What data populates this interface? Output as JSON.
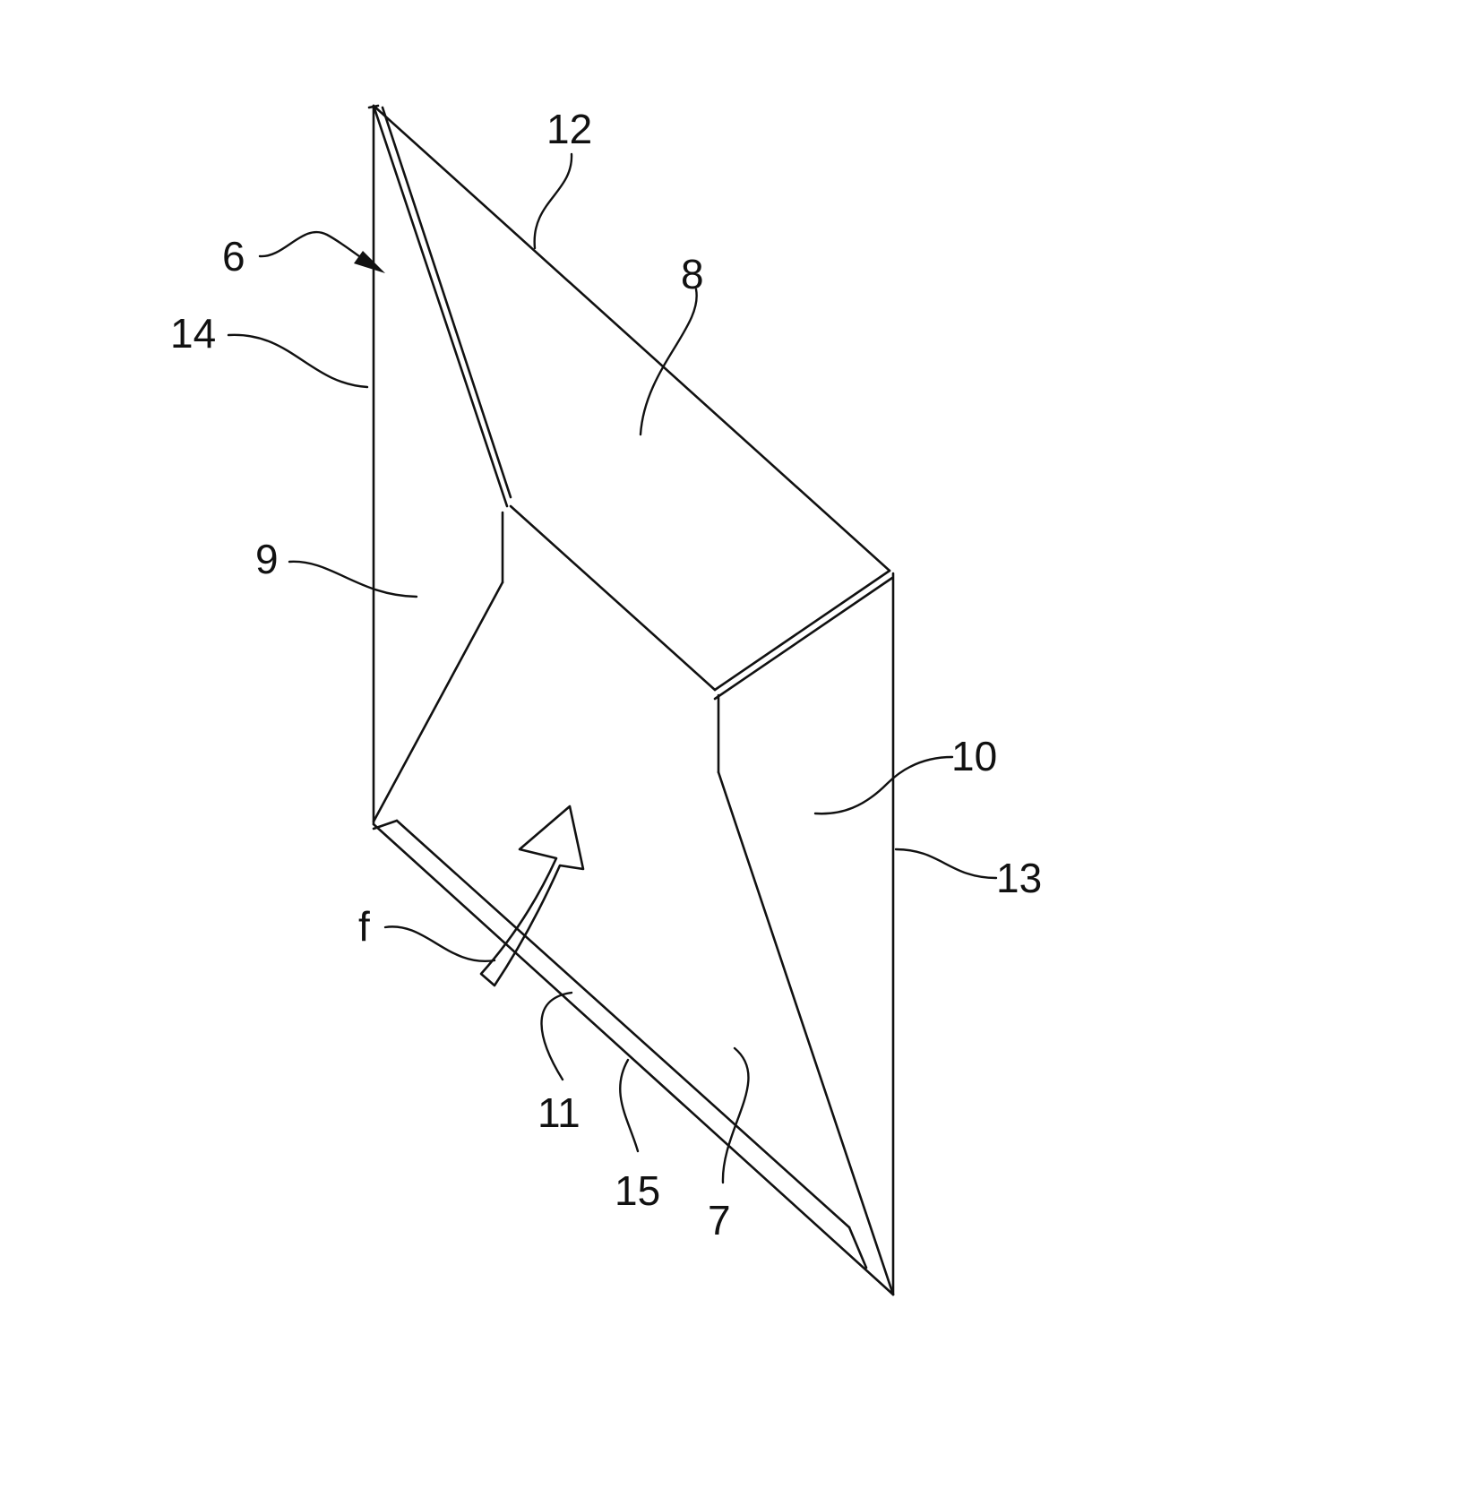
{
  "figure": {
    "labels": {
      "l6": "6",
      "l7": "7",
      "l8": "8",
      "l9": "9",
      "l10": "10",
      "l11": "11",
      "l12": "12",
      "l13": "13",
      "l14": "14",
      "l15": "15",
      "lf": "f"
    },
    "colors": {
      "line": "#111111",
      "background": "#ffffff"
    }
  }
}
